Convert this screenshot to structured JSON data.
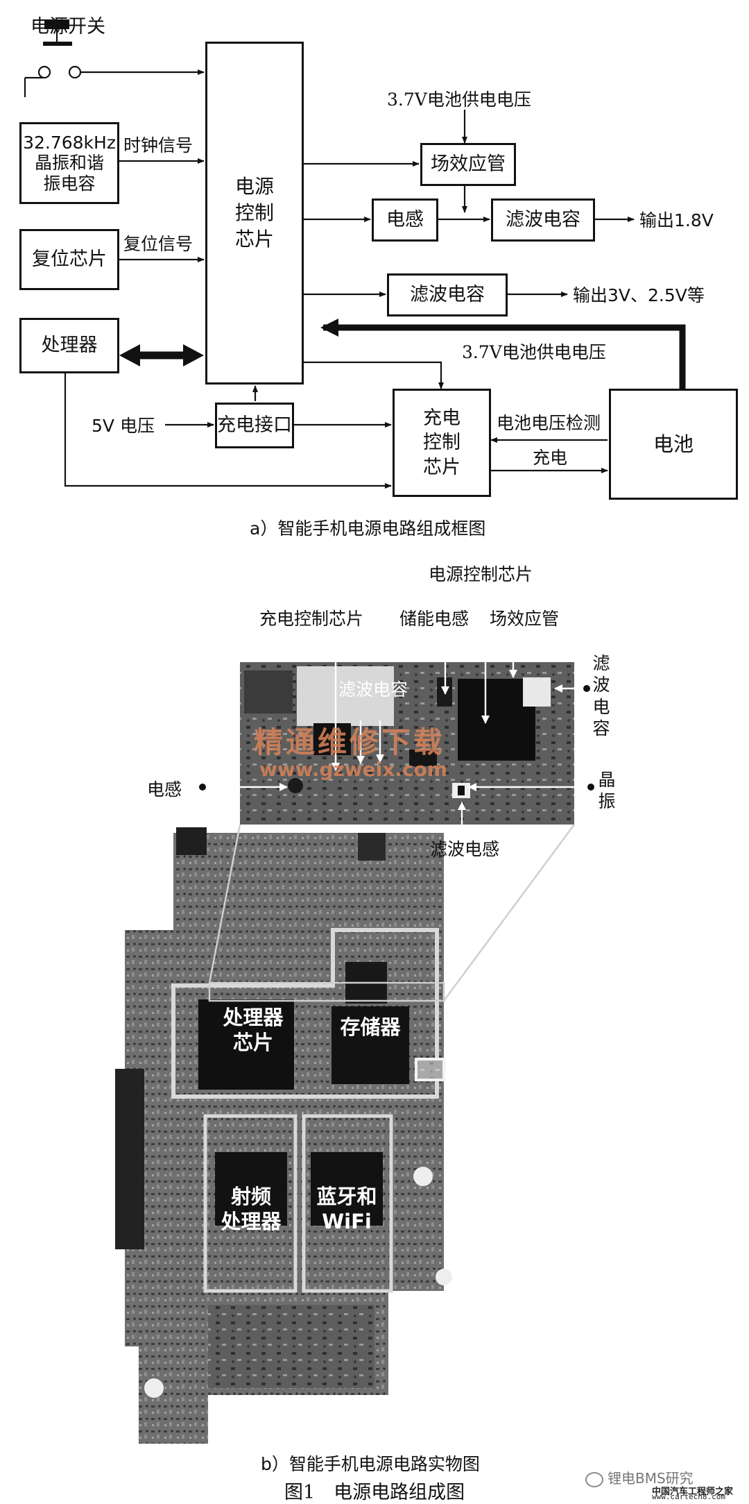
{
  "diagram_a": {
    "power_switch": "电源开关",
    "crystal_box": "32.768kHz\n晶振和谐\n振电容",
    "clock_signal": "时钟信号",
    "reset_chip": "复位芯片",
    "reset_signal": "复位信号",
    "processor": "处理器",
    "pmic": "电源\n控制\n芯片",
    "batt_voltage_top": "3.7V电池供电电压",
    "mosfet": "场效应管",
    "inductor": "电感",
    "filter_cap1": "滤波电容",
    "output_1v8": "输出1.8V",
    "filter_cap2": "滤波电容",
    "output_3v": "输出3V、2.5V等",
    "batt_voltage_mid": "3.7V电池供电电压",
    "v5": "5V 电压",
    "charge_port": "充电接口",
    "charge_ctrl": "充电\n控制\n芯片",
    "batt_detect": "电池电压检测",
    "charge": "充电",
    "battery": "电池",
    "caption": "a）智能手机电源电路组成框图"
  },
  "diagram_b": {
    "pmic_label": "电源控制芯片",
    "charge_ctrl_label": "充电控制芯片",
    "storage_inductor": "储能电感",
    "mosfet_label": "场效应管",
    "filter_cap_right": "滤波电容",
    "filter_cap_mid": "滤波电容",
    "watermark_cn": "精通维修下载",
    "watermark_url": "www.gzweix.com",
    "inductor_label": "电感",
    "crystal_label": "晶振",
    "filter_inductor": "滤波电感",
    "chip_processor": "处理器\n芯片",
    "chip_memory": "存储器",
    "chip_rf": "射频\n处理器",
    "chip_bt": "蓝牙和\nWiFi",
    "caption": "b）智能手机电源电路实物图"
  },
  "figure_caption": "图1　电源电路组成图",
  "footer": {
    "wechat": "锂电BMS研究",
    "site_cn": "中国汽车工程师之家",
    "site_url": "www.cartech8.com"
  }
}
